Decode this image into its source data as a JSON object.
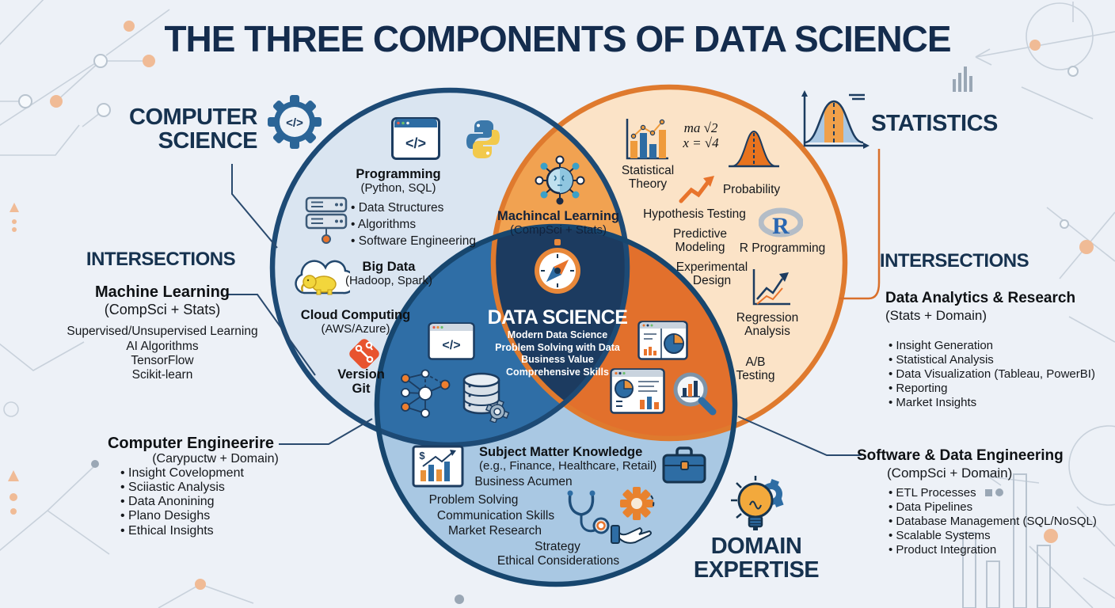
{
  "title": "THE THREE COMPONENTS OF DATA SCIENCE",
  "circle_labels": {
    "cs1": "COMPUTER",
    "cs2": "SCIENCE",
    "stats": "STATISTICS",
    "dom1": "DOMAIN",
    "dom2": "EXPERTISE"
  },
  "cs": {
    "programming": "Programming",
    "programming_sub": "(Python, SQL)",
    "b1": "• Data Structures",
    "b2": "• Algorithms",
    "b3": "• Software Engineering",
    "bigdata": "Big Data",
    "bigdata_sub": "(Hadoop, Spark)",
    "cloud": "Cloud Computing",
    "cloud_sub": "(AWS/Azure)",
    "version1": "Version",
    "version2": "Git"
  },
  "stats": {
    "f1": "ma √2",
    "f2": "x = √4",
    "t1a": "Statistical",
    "t1b": "Theory",
    "prob": "Probability",
    "hyp": "Hypothesis Testing",
    "pred1": "Predictive",
    "pred2": "Modeling",
    "r_letter": "R",
    "rprog": "R Programming",
    "exp1": "Experimental",
    "exp2": "Design",
    "reg1": "Regression",
    "reg2": "Analysis",
    "ab1": "A/B",
    "ab2": "Testing"
  },
  "ml_overlap": {
    "title": "Machincal Learning",
    "sub": "(CompSci + Stats)"
  },
  "center": {
    "title": "DATA SCIENCE",
    "l1": "Modern Data Science",
    "l2": "Problem Solving with Data",
    "l3": "Business Value",
    "l4": "Comprehensive Skills"
  },
  "domain": {
    "title": "Subject Matter Knowledge",
    "sub": "(e.g., Finance, Healthcare, Retail)",
    "i1": "Business Acumen",
    "i2": "Problem Solving",
    "i3": "Communication Skills",
    "i4": "Market Research",
    "i5": "Strategy",
    "i6": "Ethical Considerations"
  },
  "left_panel": {
    "heading": "INTERSECTIONS",
    "ml_title": "Machine Learning",
    "ml_sub": "(CompSci + Stats)",
    "ml1": "Supervised/Unsupervised Learning",
    "ml2": "AI Algorithms",
    "ml3": "TensorFlow",
    "ml4": "Scikit-learn",
    "ce_title": "Computer Engineerire",
    "ce_sub": "(Carypuctw + Domain)",
    "ce1": "• Insight Covelopment",
    "ce2": "• Sciiastic Analysis",
    "ce3": "• Data Anonining",
    "ce4": "• Plano Desighs",
    "ce5": "• Ethical Insights"
  },
  "right_panel": {
    "heading": "INTERSECTIONS",
    "da_title": "Data Analytics & Research",
    "da_sub": "(Stats + Domain)",
    "da1": "• Insight Generation",
    "da2": "• Statistical Analysis",
    "da3": "• Data Visualization (Tableau, PowerBI)",
    "da4": "• Reporting",
    "da5": "• Market Insights",
    "sde_title": "Software & Data Engineering",
    "sde_sub": "(CompSci + Domain)",
    "sde1": "• ETL Processes",
    "sde2": "• Data Pipelines",
    "sde3": "• Database Management (SQL/NoSQL)",
    "sde4": "• Scalable Systems",
    "sde5": "• Product Integration"
  },
  "glyphs": {
    "code": "</>",
    "dollar": "$"
  },
  "icons": {
    "cs-gear-code-icon": "gear with </> code brackets",
    "python-icon": "python two-tone snake logo",
    "code-window-icon": "browser window with </>",
    "server-stack-icon": "server racks with network node",
    "hadoop-cloud-icon": "cloud with yellow elephant",
    "git-icon": "orange git branch diamond",
    "ml-neural-icon": "brain node with radiating connections",
    "stat-bars-icon": "bar chart with trend dots",
    "probability-bell-icon": "orange bell curve",
    "trend-arrow-icon": "orange rising zigzag arrow",
    "r-logo-icon": "gray ellipse with blue R",
    "regression-icon": "axes with regression arrow line",
    "compass-icon": "orange ring compass with needle",
    "network-graph-icon": "graph of linked nodes",
    "database-gear-icon": "database cylinder with gear",
    "dashboard-pie-icon": "window with pie and bar charts",
    "dashboard-report-icon": "window with pie, lines and bars",
    "magnifier-chart-icon": "magnifying glass over bar chart",
    "finance-chart-icon": "card with $ bars and arrow",
    "briefcase-icon": "blue briefcase",
    "stethoscope-icon": "stethoscope",
    "gear-orange-icon": "orange gear",
    "hand-icon": "open hand",
    "statistics-bell-axis-icon": "bell curve on axes",
    "bulb-gear-icon": "lightbulb with gear"
  },
  "colors": {
    "background": "#edf1f7",
    "navy": "#16324f",
    "cs_fill": "#dae5f1",
    "stats_fill": "#fbe3c7",
    "domain_fill": "#a9c8e3",
    "ml_fill": "#f1a251",
    "cs_domain_fill": "#2f6ea6",
    "stats_domain_fill": "#e2702c",
    "center_fill": "#1c3b60",
    "cs_stroke": "#1d4a75",
    "stats_stroke": "#df7a2e",
    "accent_orange": "#e8742c"
  }
}
